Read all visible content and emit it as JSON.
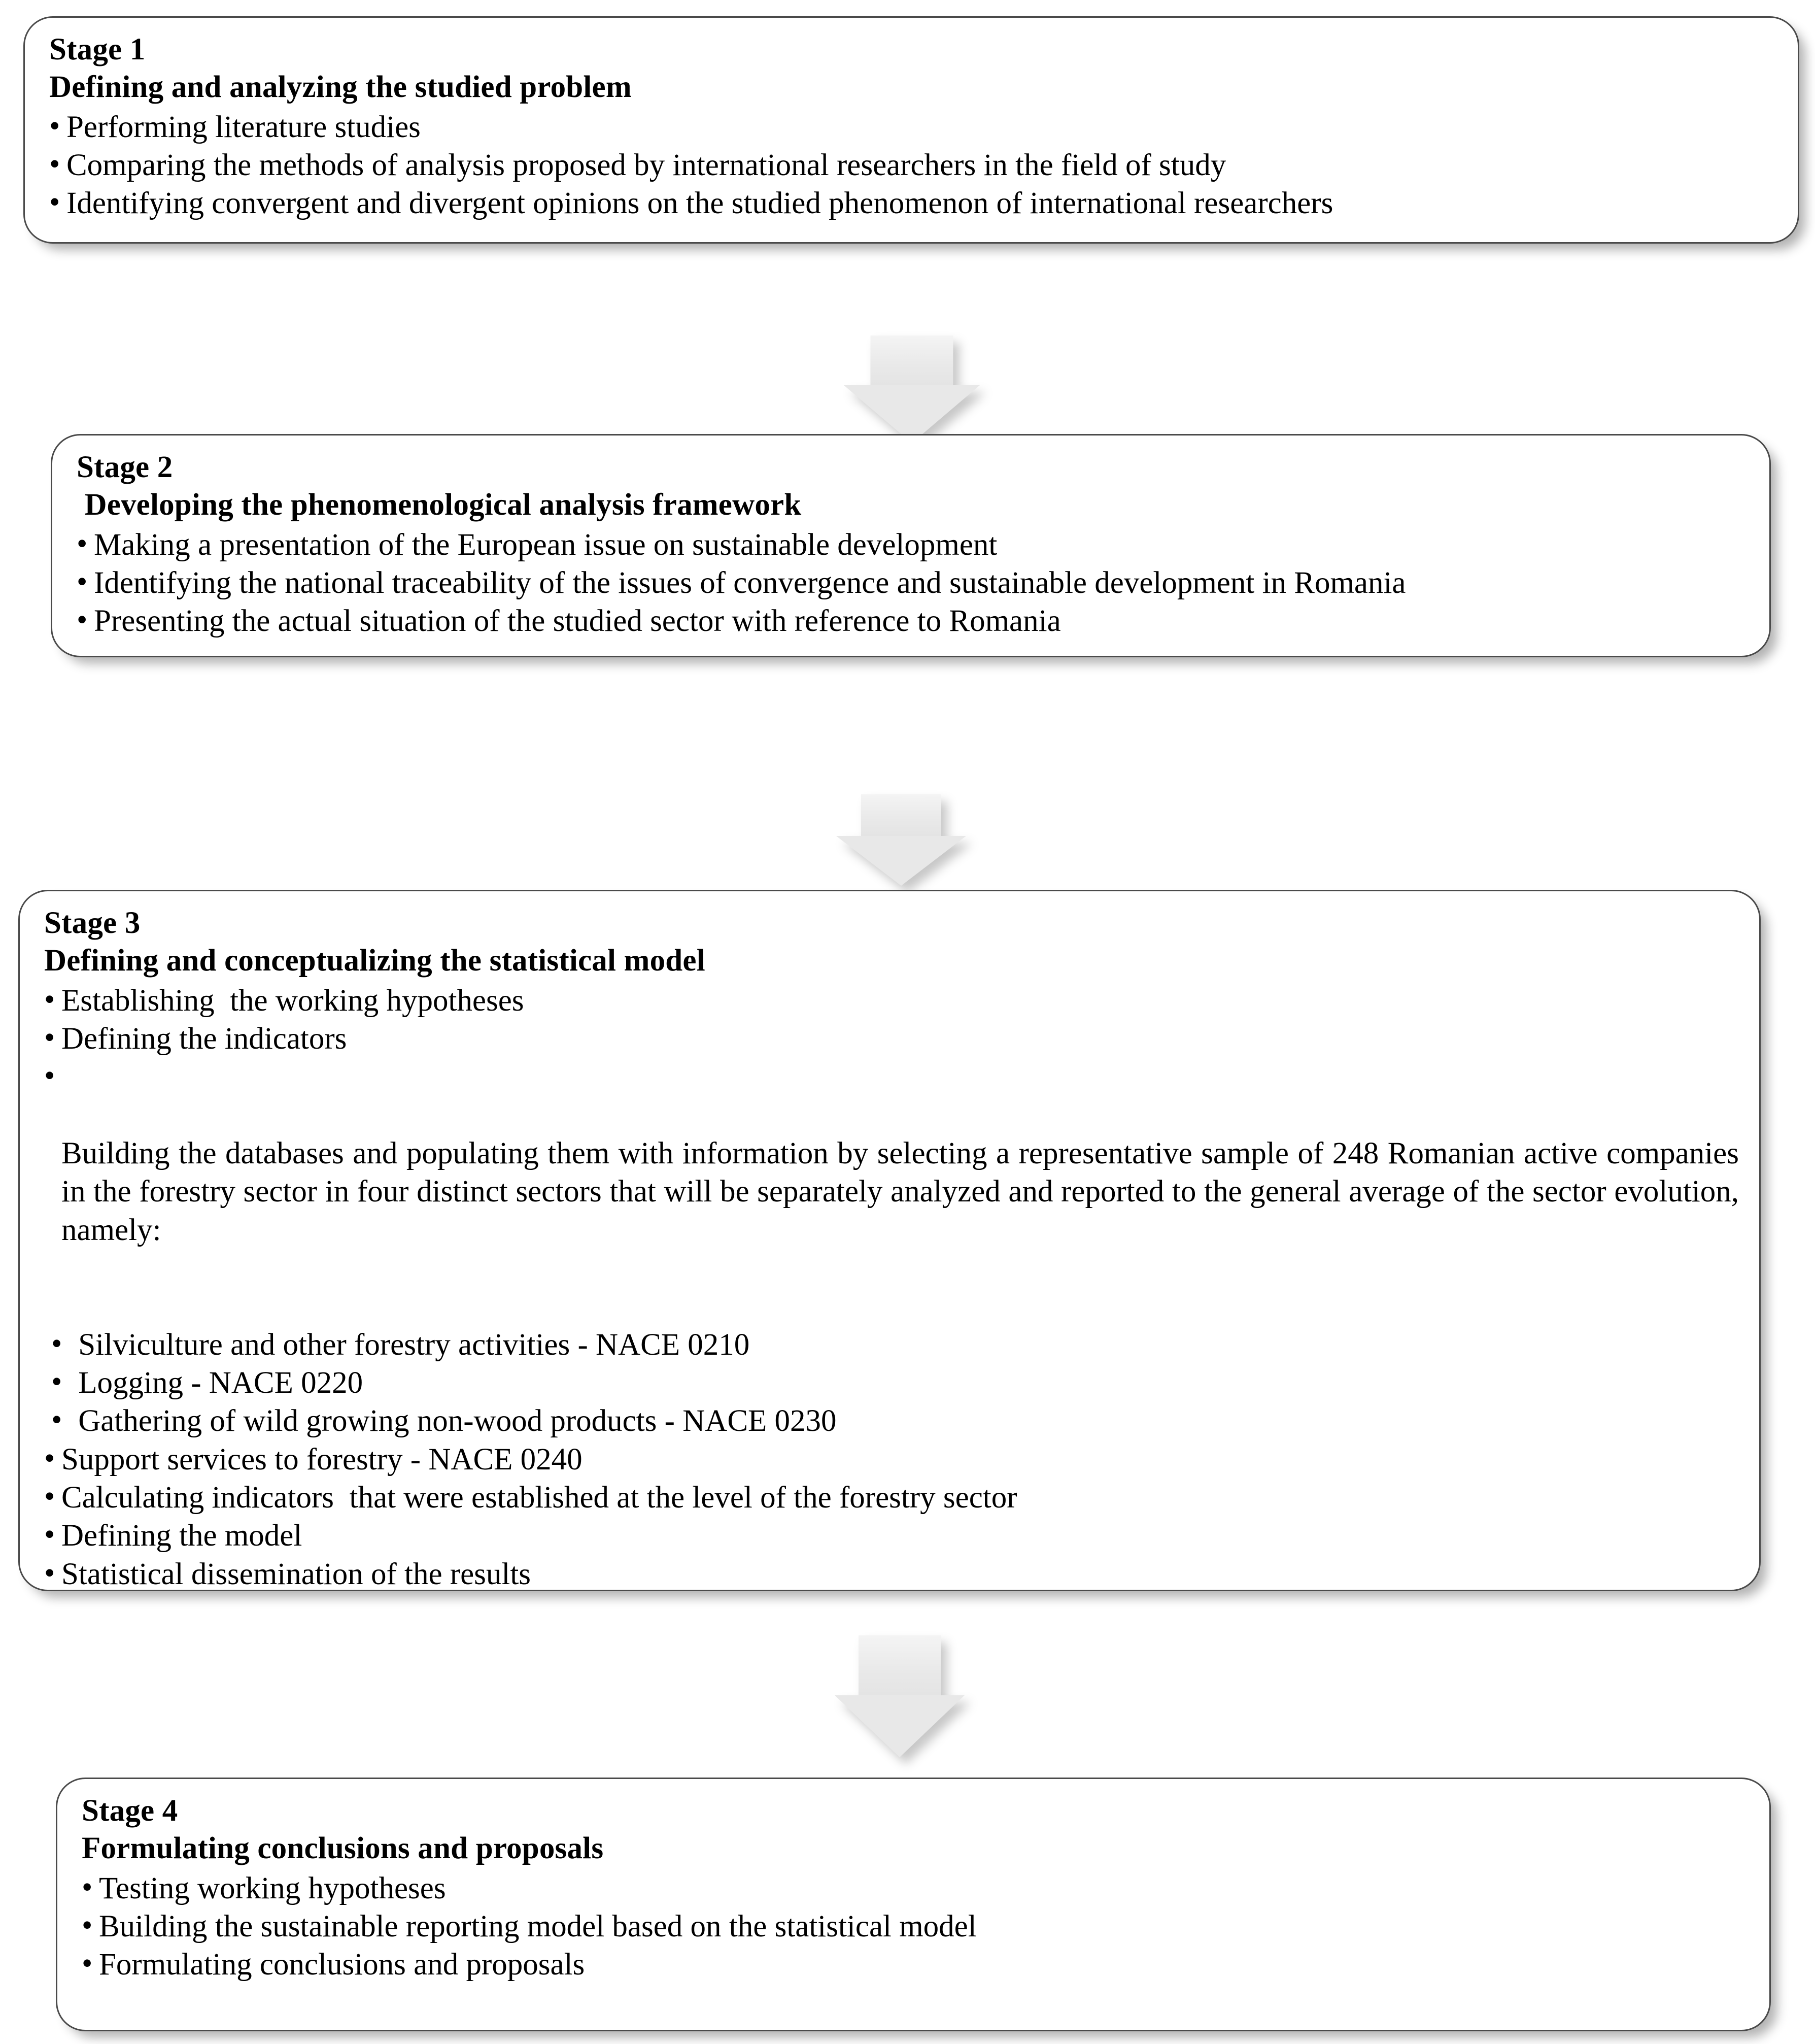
{
  "diagram": {
    "type": "flowchart",
    "orientation": "vertical",
    "title": "Research methodology stages",
    "box_fill": "#ffffff",
    "box_border": "#4a4a4a",
    "arrow_fill": "#e8e8e8",
    "text_color": "#000000"
  },
  "stages": [
    {
      "label": "Stage 1",
      "title": "Defining and analyzing the studied problem",
      "bullets": [
        "Performing literature studies",
        "Comparing the methods of analysis proposed by international researchers in the field of study",
        "Identifying convergent and divergent opinions on the studied phenomenon of international researchers"
      ]
    },
    {
      "label": "Stage 2",
      "title": " Developing the phenomenological analysis framework",
      "bullets": [
        "Making a presentation of the European issue on sustainable development",
        "Identifying the national traceability of the issues of convergence and sustainable development in Romania",
        "Presenting the actual situation of the studied sector with reference to Romania"
      ]
    },
    {
      "label": "Stage 3",
      "title": "Defining and conceptualizing the statistical model",
      "bullets": [
        "Establishing  the working hypotheses",
        "Defining the indicators"
      ],
      "paragraph_bullet": "Building the databases and populating them with information by selecting a representative sample of 248 Romanian active companies in the forestry sector in four distinct sectors that will be separately analyzed and reported to the general average of the sector evolution, namely:",
      "sub_bullets": [
        " Silviculture and other forestry activities - NACE 0210",
        " Logging - NACE 0220",
        " Gathering of wild growing non-wood products - NACE 0230",
        "Support services to forestry - NACE 0240",
        "Calculating indicators  that were established at the level of the forestry sector",
        "Defining the model",
        "Statistical dissemination of the results"
      ],
      "sub_bullet_indent_flags": [
        false,
        false,
        false,
        true,
        true,
        true,
        true
      ]
    },
    {
      "label": "Stage 4",
      "title": "Formulating conclusions and proposals",
      "bullets": [
        "Testing working hypotheses",
        "Building the sustainable reporting model based on the statistical model",
        "Formulating conclusions and proposals"
      ]
    }
  ],
  "connectors": [
    {
      "name": "arrow-stage1-to-stage2",
      "direction": "down"
    },
    {
      "name": "arrow-stage2-to-stage3",
      "direction": "down"
    },
    {
      "name": "arrow-stage3-to-stage4",
      "direction": "down"
    }
  ]
}
